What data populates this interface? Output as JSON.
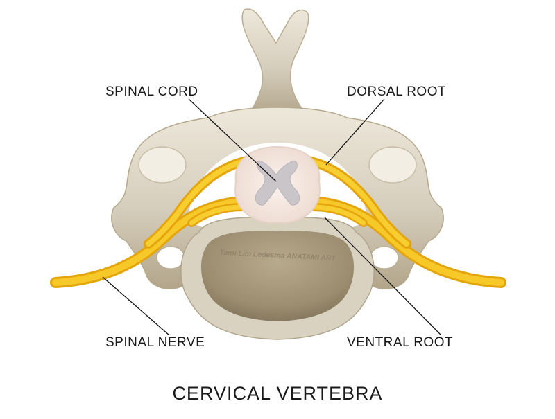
{
  "labels": {
    "spinal_cord": "SPINAL CORD",
    "dorsal_root": "DORSAL ROOT",
    "spinal_nerve": "SPINAL NERVE",
    "ventral_root": "VENTRAL ROOT"
  },
  "title": "CERVICAL VERTEBRA",
  "artist_signature": "Tami Lim Ledesma  ANATAMI ART",
  "colors": {
    "bone": "#d9d2c1",
    "bone_shadow": "#a89c82",
    "vertebral_body": "#9c8d70",
    "nerve": "#f5c01a",
    "nerve_dark": "#dc9a0a",
    "spinal_cord": "#f5e8e1",
    "gray_matter": "#c7c3c6",
    "leader_line": "#111111"
  }
}
